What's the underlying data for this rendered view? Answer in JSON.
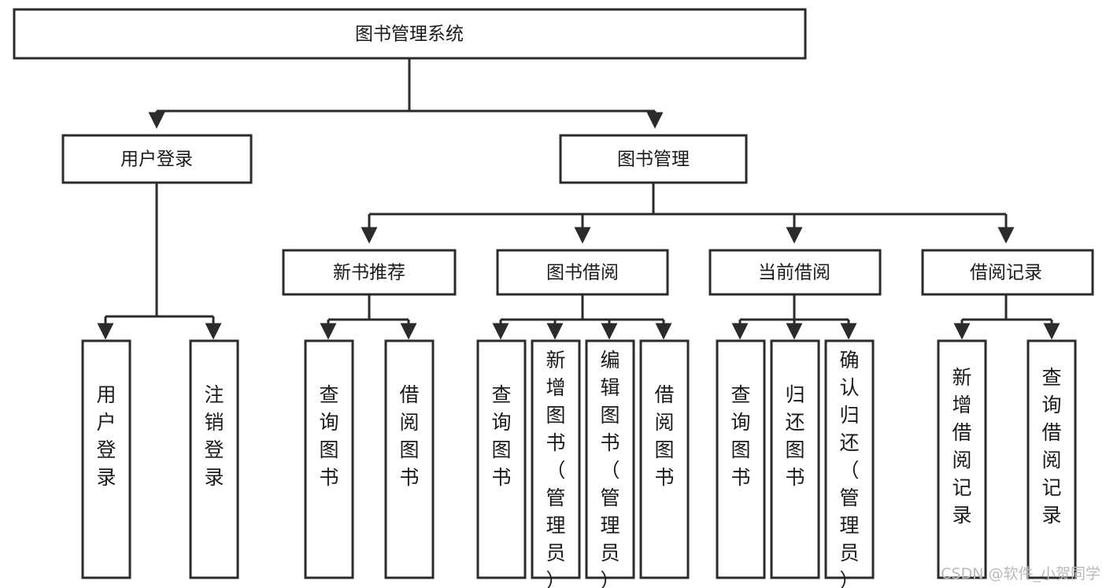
{
  "diagram": {
    "type": "tree-hierarchy",
    "title": "图书管理系统",
    "root": {
      "id": "root",
      "label": "图书管理系统",
      "orientation": "horizontal"
    },
    "level2": [
      {
        "id": "user-login",
        "label": "用户登录",
        "orientation": "horizontal"
      },
      {
        "id": "book-manage",
        "label": "图书管理",
        "orientation": "horizontal"
      }
    ],
    "level3": [
      {
        "id": "new-book-recommend",
        "label": "新书推荐",
        "parent": "book-manage",
        "orientation": "horizontal"
      },
      {
        "id": "book-borrow",
        "label": "图书借阅",
        "parent": "book-manage",
        "orientation": "horizontal"
      },
      {
        "id": "current-borrow",
        "label": "当前借阅",
        "parent": "book-manage",
        "orientation": "horizontal"
      },
      {
        "id": "borrow-record",
        "label": "借阅记录",
        "parent": "book-manage",
        "orientation": "horizontal"
      }
    ],
    "leaves": [
      {
        "id": "leaf-user-login",
        "label": "用户登录",
        "parent": "user-login",
        "orientation": "vertical"
      },
      {
        "id": "leaf-user-logout",
        "label": "注销登录",
        "parent": "user-login",
        "orientation": "vertical"
      },
      {
        "id": "leaf-query-book-1",
        "label": "查询图书",
        "parent": "new-book-recommend",
        "orientation": "vertical"
      },
      {
        "id": "leaf-borrow-book-1",
        "label": "借阅图书",
        "parent": "new-book-recommend",
        "orientation": "vertical"
      },
      {
        "id": "leaf-query-book-2",
        "label": "查询图书",
        "parent": "book-borrow",
        "orientation": "vertical"
      },
      {
        "id": "leaf-add-book",
        "label": "新增图书（管理员）",
        "parent": "book-borrow",
        "orientation": "vertical"
      },
      {
        "id": "leaf-edit-book",
        "label": "编辑图书（管理员）",
        "parent": "book-borrow",
        "orientation": "vertical"
      },
      {
        "id": "leaf-borrow-book-2",
        "label": "借阅图书",
        "parent": "book-borrow",
        "orientation": "vertical"
      },
      {
        "id": "leaf-query-book-3",
        "label": "查询图书",
        "parent": "current-borrow",
        "orientation": "vertical"
      },
      {
        "id": "leaf-return-book",
        "label": "归还图书",
        "parent": "current-borrow",
        "orientation": "vertical"
      },
      {
        "id": "leaf-confirm-return",
        "label": "确认归还（管理员）",
        "parent": "current-borrow",
        "orientation": "vertical"
      },
      {
        "id": "leaf-add-record",
        "label": "新增借阅记录",
        "parent": "borrow-record",
        "orientation": "vertical"
      },
      {
        "id": "leaf-query-record",
        "label": "查询借阅记录",
        "parent": "borrow-record",
        "orientation": "vertical"
      }
    ],
    "colors": {
      "stroke": "#2b2b2b",
      "fill": "#ffffff",
      "text": "#1a1a1a",
      "watermark": "#b9b9b9"
    }
  },
  "watermark": {
    "text": "CSDN @软件_小贺同学"
  }
}
